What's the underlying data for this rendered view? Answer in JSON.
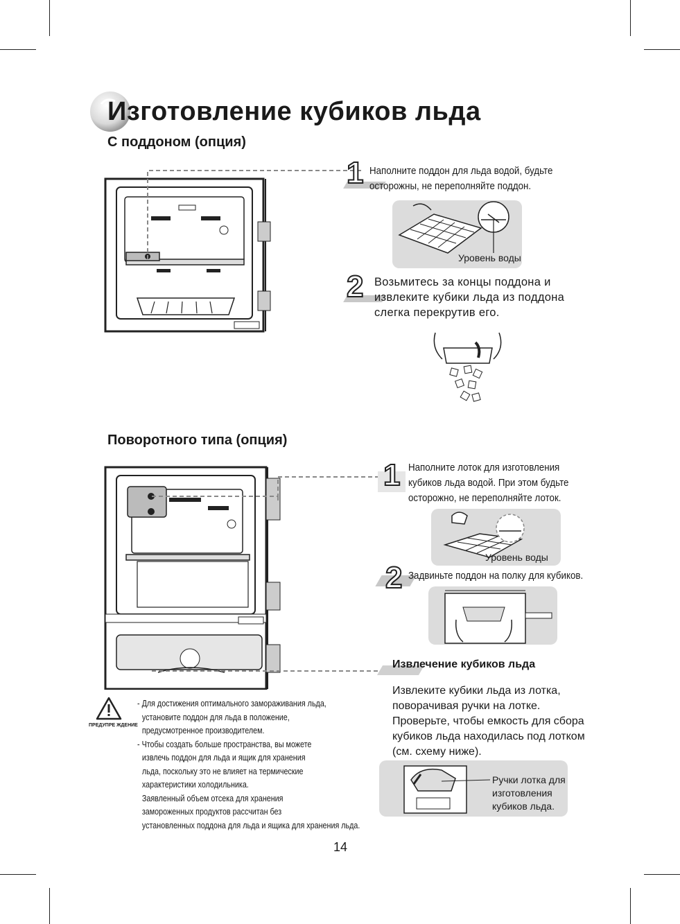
{
  "page": {
    "title": "Изготовление кубиков льда",
    "page_number": "14"
  },
  "section_tray": {
    "heading": "С поддоном (опция)",
    "step1": {
      "number": "1",
      "line1": "Наполните поддон для льда водой, будьте",
      "line2": "осторожны, не переполняйте поддон.",
      "water_level_label": "Уровень воды"
    },
    "step2": {
      "number": "2",
      "line1": "Возьмитесь за концы поддона и",
      "line2": "извлеките кубики льда из поддона",
      "line3": "слегка перекрутив его."
    }
  },
  "section_rotary": {
    "heading": "Поворотного типа (опция)",
    "step1": {
      "number": "1",
      "line1": "Наполните лоток для изготовления",
      "line2": "кубиков льда водой. При этом будьте",
      "line3": "осторожно, не переполняйте лоток.",
      "water_level_label": "Уровень воды"
    },
    "step2": {
      "number": "2",
      "text": "Задвиньте поддон на полку для кубиков."
    },
    "removal": {
      "heading": "Извлечение кубиков льда",
      "line1": "Извлеките кубики льда из лотка,",
      "line2": "поворачивая ручки на лотке.",
      "line3": "Проверьте, чтобы емкость для сбора",
      "line4": "кубиков льда находилась под лотком",
      "line5": "(см. схему ниже).",
      "handles_label_1": "Ручки лотка для",
      "handles_label_2": "изготовления",
      "handles_label_3": "кубиков льда."
    }
  },
  "warning": {
    "icon_label": "ПРЕДУПРЕ ЖДЕНИЕ",
    "lines": [
      "- Для достижения оптимального замораживания  льда,",
      "  установите поддон для льда в положение,",
      "  предусмотренное производителем.",
      "- Чтобы создать больше пространства, вы можете",
      "  извлечь поддон для льда и ящик для хранения",
      "  льда, поскольку это не влияет на термические",
      "  характеристики холодильника.",
      "  Заявленный объем отсека для хранения",
      "  замороженных продуктов рассчитан без",
      "  установленных  поддона для льда и ящика для хранения льда."
    ]
  }
}
